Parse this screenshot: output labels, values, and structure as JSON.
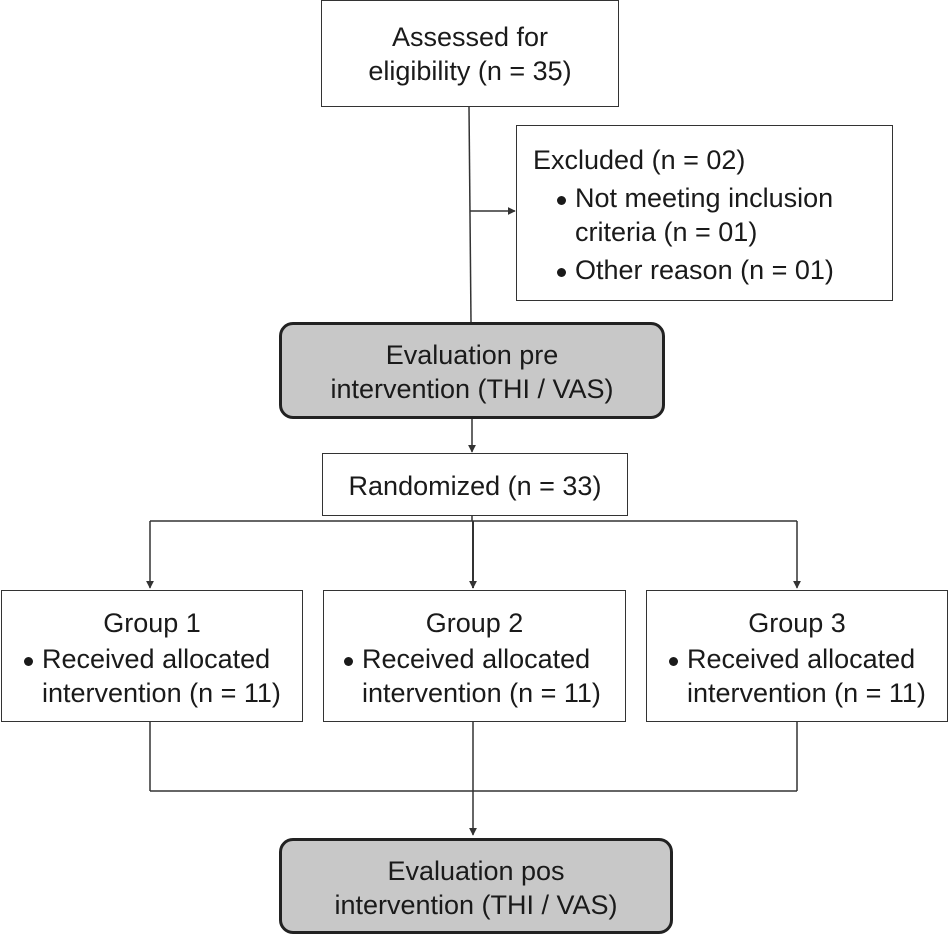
{
  "assessed": {
    "line1": "Assessed for",
    "line2": "eligibility (n = 35)"
  },
  "excluded": {
    "title": "Excluded (n = 02)",
    "items": [
      {
        "line1": "Not meeting inclusion",
        "line2": "criteria (n = 01)"
      },
      {
        "line1": "Other reason (n = 01)"
      }
    ]
  },
  "pre_eval": {
    "line1": "Evaluation pre",
    "line2": "intervention (THI / VAS)"
  },
  "randomized": {
    "label": "Randomized (n = 33)"
  },
  "groups": [
    {
      "title": "Group 1",
      "line1": "Received allocated",
      "line2": "intervention (n = 11)"
    },
    {
      "title": "Group 2",
      "line1": "Received allocated",
      "line2": "intervention (n = 11)"
    },
    {
      "title": "Group 3",
      "line1": "Received allocated",
      "line2": "intervention (n = 11)"
    }
  ],
  "post_eval": {
    "line1": "Evaluation pos",
    "line2": "intervention (THI / VAS)"
  },
  "colors": {
    "box_fill_evaluation": "#c8c8c8",
    "line": "#333333"
  }
}
